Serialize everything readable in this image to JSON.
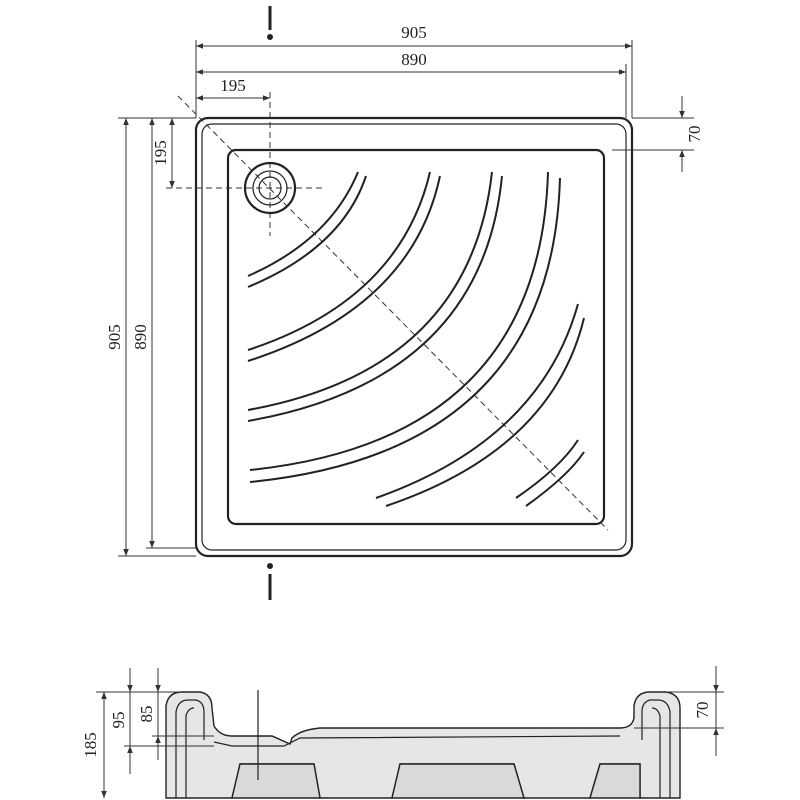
{
  "plan": {
    "outer_width": "905",
    "inner_width": "890",
    "drain_offset_x": "195",
    "drain_offset_y": "195",
    "outer_height": "905",
    "inner_height": "890",
    "rim_height_right": "70"
  },
  "section": {
    "total_height": "185",
    "height_95": "95",
    "height_85": "85",
    "rim_height": "70"
  }
}
